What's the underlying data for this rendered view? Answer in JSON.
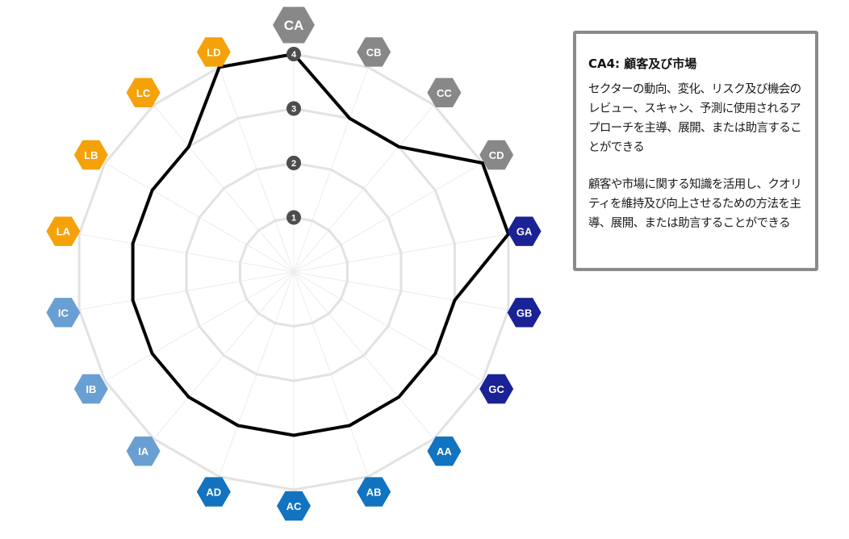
{
  "chart_data": {
    "type": "radar",
    "axes": [
      "CA",
      "CB",
      "CC",
      "CD",
      "GA",
      "GB",
      "GC",
      "AA",
      "AB",
      "AC",
      "AD",
      "IA",
      "IB",
      "IC",
      "LA",
      "LB",
      "LC",
      "LD"
    ],
    "values": [
      4,
      3,
      3,
      4,
      4,
      3,
      3,
      3,
      3,
      3,
      3,
      3,
      3,
      3,
      3,
      3,
      3,
      4
    ],
    "rings": [
      "1",
      "2",
      "3",
      "4"
    ],
    "rmax": 4,
    "highlighted_axis": "CA",
    "series": [
      {
        "values": [
          4,
          3,
          3,
          4,
          4,
          3,
          3,
          3,
          3,
          3,
          3,
          3,
          3,
          3,
          3,
          3,
          3,
          4
        ]
      }
    ],
    "axis_colors": {
      "C": "#888888",
      "G": "#1b2295",
      "A": "#1273c0",
      "I": "#6a9fd3",
      "L": "#f5a20a"
    },
    "grid": true
  },
  "colors": {
    "line": "#000000",
    "grid": "#e2e2e2",
    "ring_badge": "#4d4d4d",
    "panel_border": "#8a8a8a"
  },
  "info": {
    "title": "CA4: 顧客及び市場",
    "paragraph1": "セクターの動向、変化、リスク及び機会のレビュー、スキャン、予測に使用されるアプローチを主導、展開、または助言することができる",
    "paragraph2": "顧客や市場に関する知識を活用し、クオリティを維持及び向上させるための方法を主導、展開、または助言することができる"
  }
}
